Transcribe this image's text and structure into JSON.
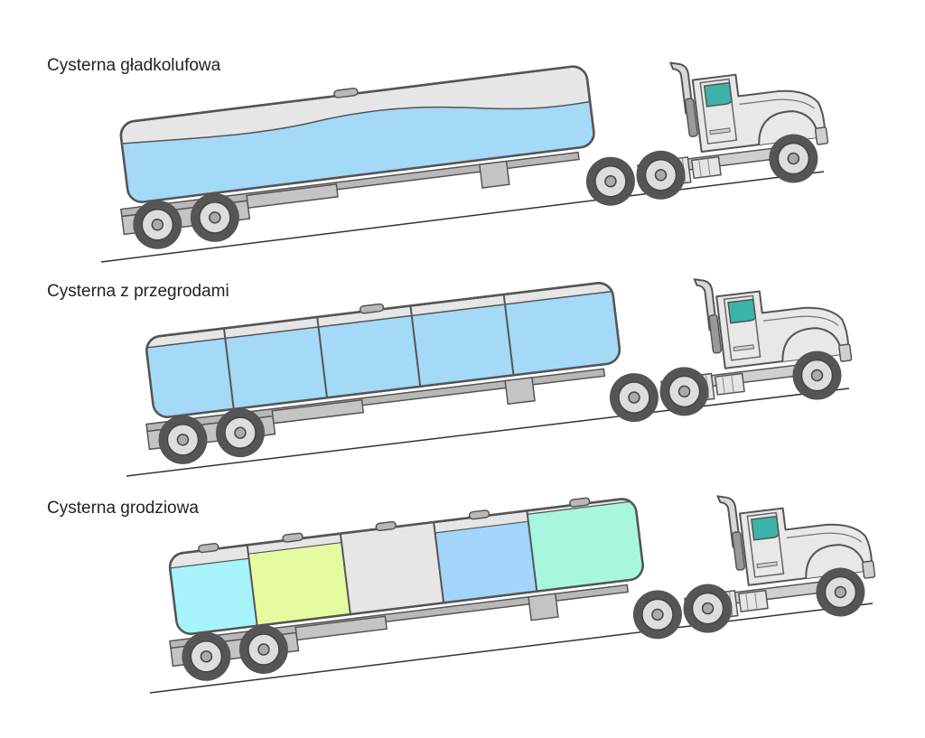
{
  "panels": [
    {
      "title": "Cysterna gładkolufowa",
      "tank": "smooth"
    },
    {
      "title": "Cysterna z przegrodami",
      "tank": "baffled",
      "compartment_fills": [
        "#a4d9f7",
        "#a4d9f7",
        "#a4d9f7",
        "#a4d9f7",
        "#a4d9f7"
      ]
    },
    {
      "title": "Cysterna grodziowa",
      "tank": "bulkhead",
      "compartment_fills": [
        "#a7f3fb",
        "#e6fa9f",
        "#e6e6e6",
        "#a3d5fb",
        "#a6f7de"
      ]
    }
  ],
  "colors": {
    "liquid": "#a4d9f7",
    "tank_body": "#e6e6e6",
    "cab": "#e8e8e8",
    "window": "#3bb3a8",
    "outline": "#555555",
    "chassis": "#b8b8b8",
    "tire": "#555555",
    "hub": "#dddddd",
    "road": "#333333"
  }
}
